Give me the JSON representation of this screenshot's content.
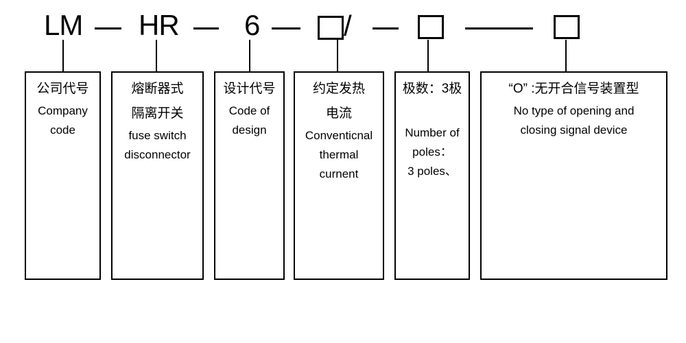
{
  "diagram": {
    "code_row": {
      "company_code": "LM",
      "product_type_code": "HR",
      "design_code": "6",
      "slash": "/"
    },
    "legend_boxes": [
      {
        "id": "company-code",
        "lines": [
          "公司代号",
          "Company",
          "code"
        ]
      },
      {
        "id": "fuse-switch-disconnector",
        "lines": [
          "熔断器式",
          "隔离开关",
          "fuse switch",
          "disconnector"
        ]
      },
      {
        "id": "design-code",
        "lines": [
          "设计代号",
          "Code of",
          "design"
        ]
      },
      {
        "id": "conventional-thermal-current",
        "lines": [
          "约定发热",
          "电流",
          "Conventicnal",
          "thermal",
          "curnent"
        ]
      },
      {
        "id": "number-of-poles",
        "lines": [
          "极数：3极",
          "Number of",
          "poles：",
          "3 poles、"
        ]
      },
      {
        "id": "signal-device-type",
        "lines": [
          "“O” :无开合信号装置型",
          "No type of opening and",
          "closing signal device"
        ]
      }
    ],
    "colors": {
      "line": "#000000",
      "text": "#000000",
      "background": "#ffffff"
    }
  }
}
